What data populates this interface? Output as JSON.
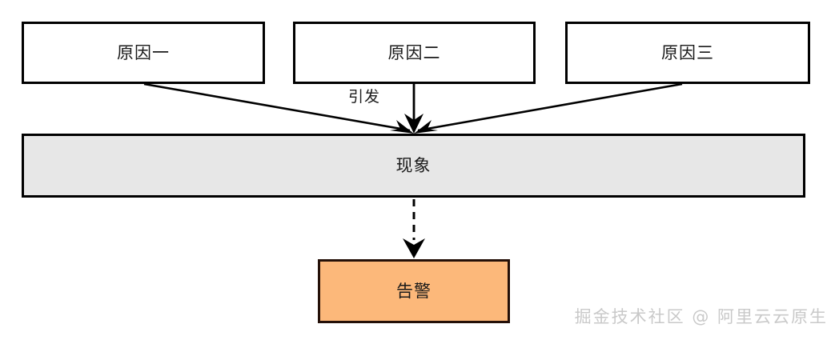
{
  "diagram": {
    "type": "flow-diagram",
    "title": "",
    "nodes": [
      {
        "id": "cause-1",
        "label": "原因一",
        "shape": "rectangle",
        "fill": "#ffffff",
        "stroke": "#000000"
      },
      {
        "id": "cause-2",
        "label": "原因二",
        "shape": "rectangle",
        "fill": "#ffffff",
        "stroke": "#000000"
      },
      {
        "id": "cause-3",
        "label": "原因三",
        "shape": "rectangle",
        "fill": "#ffffff",
        "stroke": "#000000"
      },
      {
        "id": "phenomenon",
        "label": "现象",
        "shape": "rectangle",
        "fill": "#e7e7e7",
        "stroke": "#000000"
      },
      {
        "id": "alert",
        "label": "告警",
        "shape": "rectangle",
        "fill": "#fcb87a",
        "stroke": "#241008"
      }
    ],
    "edges": [
      {
        "from": "cause-1",
        "to": "phenomenon",
        "style": "solid",
        "arrow": "end",
        "label": ""
      },
      {
        "from": "cause-2",
        "to": "phenomenon",
        "style": "solid",
        "arrow": "end",
        "label": "引发"
      },
      {
        "from": "cause-3",
        "to": "phenomenon",
        "style": "solid",
        "arrow": "end",
        "label": ""
      },
      {
        "from": "phenomenon",
        "to": "alert",
        "style": "dashed",
        "arrow": "end",
        "label": ""
      }
    ],
    "labels": {
      "trigger": "引发"
    }
  },
  "watermark": {
    "text": "掘金技术社区 @ 阿里云云原生",
    "color": "#c9c9c9"
  }
}
